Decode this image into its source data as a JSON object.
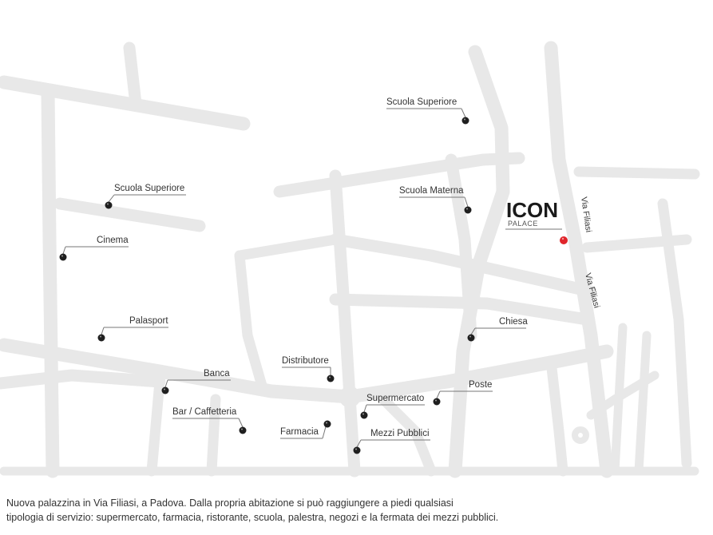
{
  "map": {
    "brand": {
      "title": "ICON",
      "subtitle": "PALACE",
      "marker_color": "#e0252b"
    },
    "streets": [
      {
        "id": "filiasi-1",
        "label": "Via Filiasi"
      },
      {
        "id": "filiasi-2",
        "label": "Via Filiasi"
      }
    ],
    "pois": [
      {
        "id": "scuola-superiore-1",
        "label": "Scuola Superiore",
        "icon": "location-pin-icon"
      },
      {
        "id": "scuola-superiore-2",
        "label": "Scuola Superiore",
        "icon": "location-pin-icon"
      },
      {
        "id": "scuola-materna",
        "label": "Scuola Materna",
        "icon": "location-pin-icon"
      },
      {
        "id": "cinema",
        "label": "Cinema",
        "icon": "location-pin-icon"
      },
      {
        "id": "palasport",
        "label": "Palasport",
        "icon": "location-pin-icon"
      },
      {
        "id": "chiesa",
        "label": "Chiesa",
        "icon": "location-pin-icon"
      },
      {
        "id": "distributore",
        "label": "Distributore",
        "icon": "location-pin-icon"
      },
      {
        "id": "banca",
        "label": "Banca",
        "icon": "location-pin-icon"
      },
      {
        "id": "poste",
        "label": "Poste",
        "icon": "location-pin-icon"
      },
      {
        "id": "supermercato",
        "label": "Supermercato",
        "icon": "location-pin-icon"
      },
      {
        "id": "bar-caffetteria",
        "label": "Bar / Caffetteria",
        "icon": "location-pin-icon"
      },
      {
        "id": "farmacia",
        "label": "Farmacia",
        "icon": "location-pin-icon"
      },
      {
        "id": "mezzi-pubblici",
        "label": "Mezzi Pubblici",
        "icon": "location-pin-icon"
      }
    ],
    "colors": {
      "road": "#e8e8e8",
      "pin": "#1f1f1f",
      "background": "#ffffff"
    }
  },
  "caption": {
    "line1": "Nuova palazzina in Via Filiasi, a Padova. Dalla propria abitazione si può raggiungere a piedi qualsiasi",
    "line2": "tipologia di servizio: supermercato, farmacia, ristorante, scuola, palestra, negozi e la fermata dei mezzi pubblici."
  }
}
